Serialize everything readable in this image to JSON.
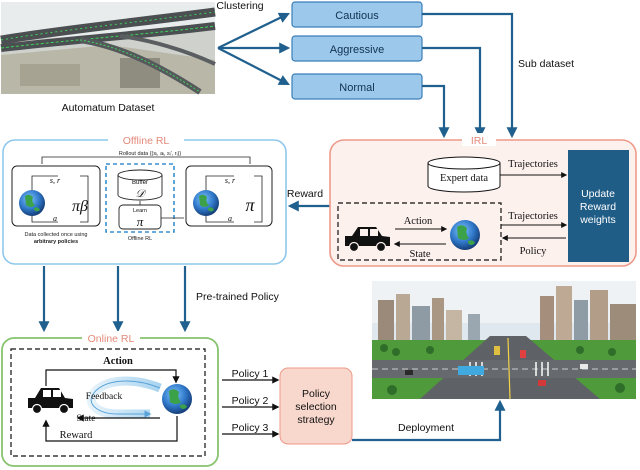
{
  "dataset": {
    "clustering_label": "Clustering",
    "caption": "Automatum Dataset"
  },
  "clusters": {
    "cautious": "Cautious",
    "aggressive": "Aggressive",
    "normal": "Normal"
  },
  "sub_dataset_label": "Sub dataset",
  "offline_rl": {
    "title": "Offline RL",
    "rollout_label": "Rollout data {(sᵢ, aᵢ, sᵢ', rᵢ)}",
    "left_state": "s, r",
    "left_action": "a",
    "left_policy": "πβ",
    "left_caption_1": "Data collected once using",
    "left_caption_2": "arbitrary policies",
    "buffer_label": "Buffer",
    "buffer_symbol": "𝒟",
    "learn_label": "Learn",
    "learn_symbol": "π",
    "offline_caption": "Offline RL",
    "right_state": "s, r",
    "right_action": "a",
    "right_policy": "π"
  },
  "reward_label": "Reward",
  "irl": {
    "title": "IRL",
    "expert_data": "Expert data",
    "trajectories_top": "Trajectories",
    "trajectories_bottom": "Trajectories",
    "action": "Action",
    "state": "State",
    "policy": "Policy",
    "update_line1": "Update",
    "update_line2": "Reward",
    "update_line3": "weights"
  },
  "pretrained_label": "Pre-trained Policy",
  "online_rl": {
    "title": "Online RL",
    "action": "Action",
    "feedback": "Feedback",
    "state": "State",
    "reward": "Reward"
  },
  "policies": [
    "Policy 1",
    "Policy 2",
    "Policy 3"
  ],
  "selection": {
    "line1": "Policy",
    "line2": "selection",
    "line3": "strategy"
  },
  "deployment_label": "Deployment",
  "colors": {
    "cluster_fill": "#9cc8ec",
    "cluster_stroke": "#3a7fb8",
    "arrow": "#20608e",
    "offline_border": "#8fc8ec",
    "irl_border": "#ee9a8a",
    "irl_fill": "#fdf1ee",
    "online_border": "#86c46e",
    "update_fill": "#1f5c86",
    "selection_fill": "#f8d7cc"
  }
}
